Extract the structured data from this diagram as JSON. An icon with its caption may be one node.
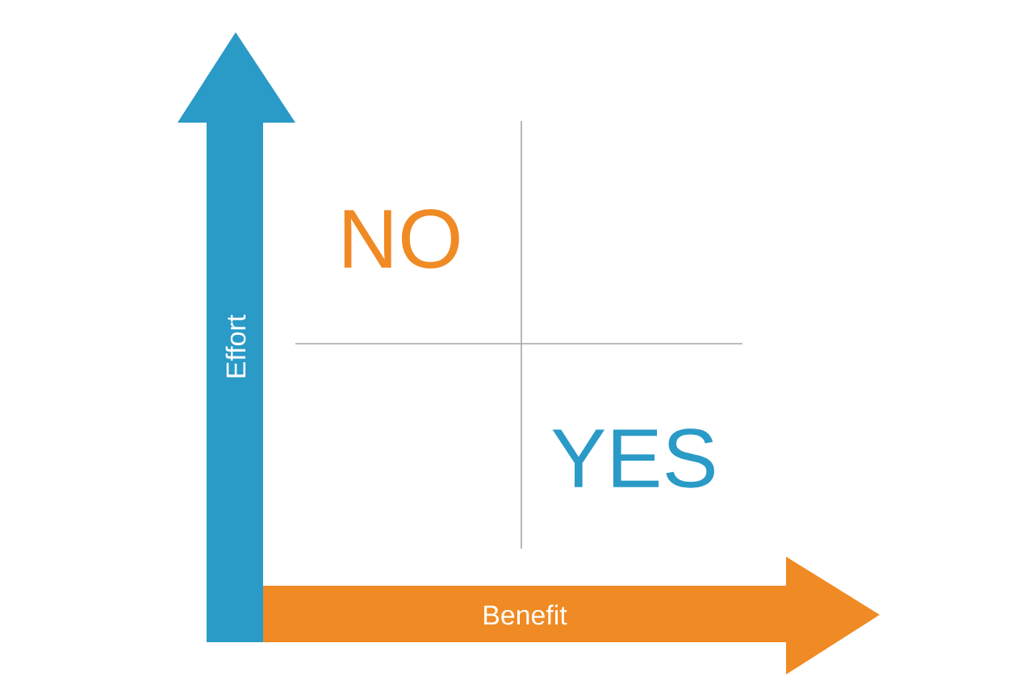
{
  "diagram": {
    "labels": [
      "NO",
      "YES",
      "Effort",
      "Benefit"
    ]
  }
}
